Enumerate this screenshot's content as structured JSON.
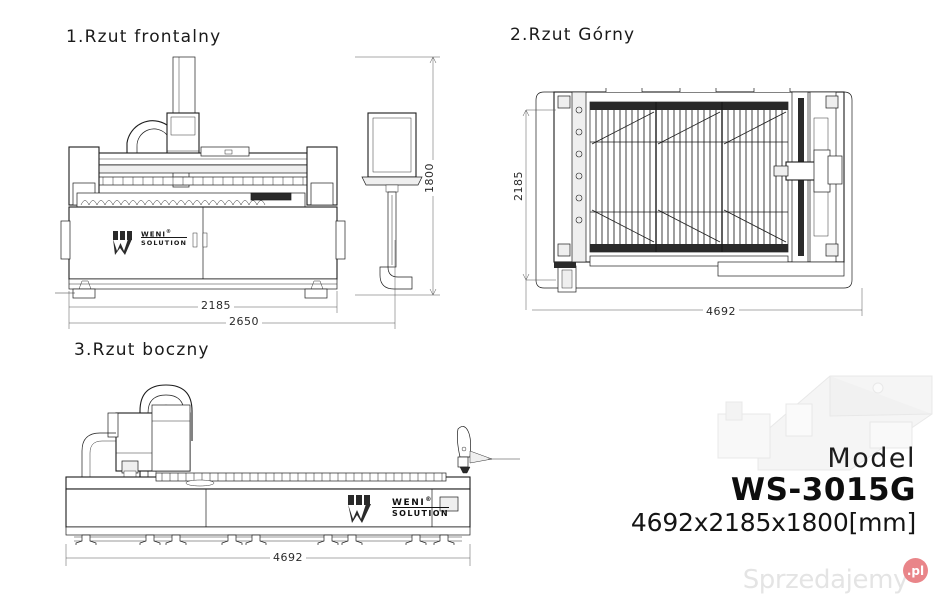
{
  "document": {
    "kind": "technical-drawing-sheet",
    "background_color": "#ffffff",
    "line_color": "#1d1d1d"
  },
  "views": [
    {
      "id": "front",
      "number": "1.",
      "title": "1. Rzut frontalny"
    },
    {
      "id": "top",
      "number": "2.",
      "title": "2. Rzut Górny"
    },
    {
      "id": "side",
      "number": "3.",
      "title": "3. Rzut boczny"
    }
  ],
  "titles": {
    "front": "1.Rzut frontalny",
    "top": "2.Rzut Górny",
    "side": "3.Rzut boczny"
  },
  "dimensions": {
    "front_inner_width": "2185",
    "front_outer_width": "2650",
    "front_height": "1800",
    "top_depth": "2185",
    "top_length": "4692",
    "side_length": "4692"
  },
  "brand": {
    "name_line1": "WENI",
    "registered": "®",
    "name_line2": "SOLUTION"
  },
  "model": {
    "label": "Model",
    "name": "WS-3015G",
    "size": "4692x2185x1800[mm]"
  },
  "watermark": {
    "text": "Sprzedajemy",
    "badge": ".pl",
    "badge_color": "#d8232a"
  }
}
